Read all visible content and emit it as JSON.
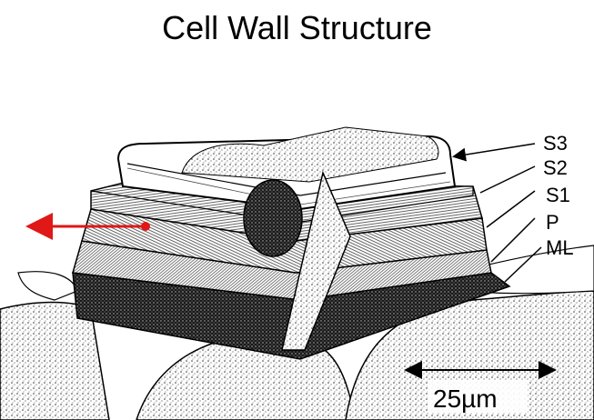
{
  "title": "Cell Wall Structure",
  "layers": {
    "s3": "S3",
    "s2": "S2",
    "s1": "S1",
    "p": "P",
    "ml": "ML"
  },
  "scale_bar": "25µm",
  "colors": {
    "arrow": "#e01818",
    "ink": "#000000"
  }
}
